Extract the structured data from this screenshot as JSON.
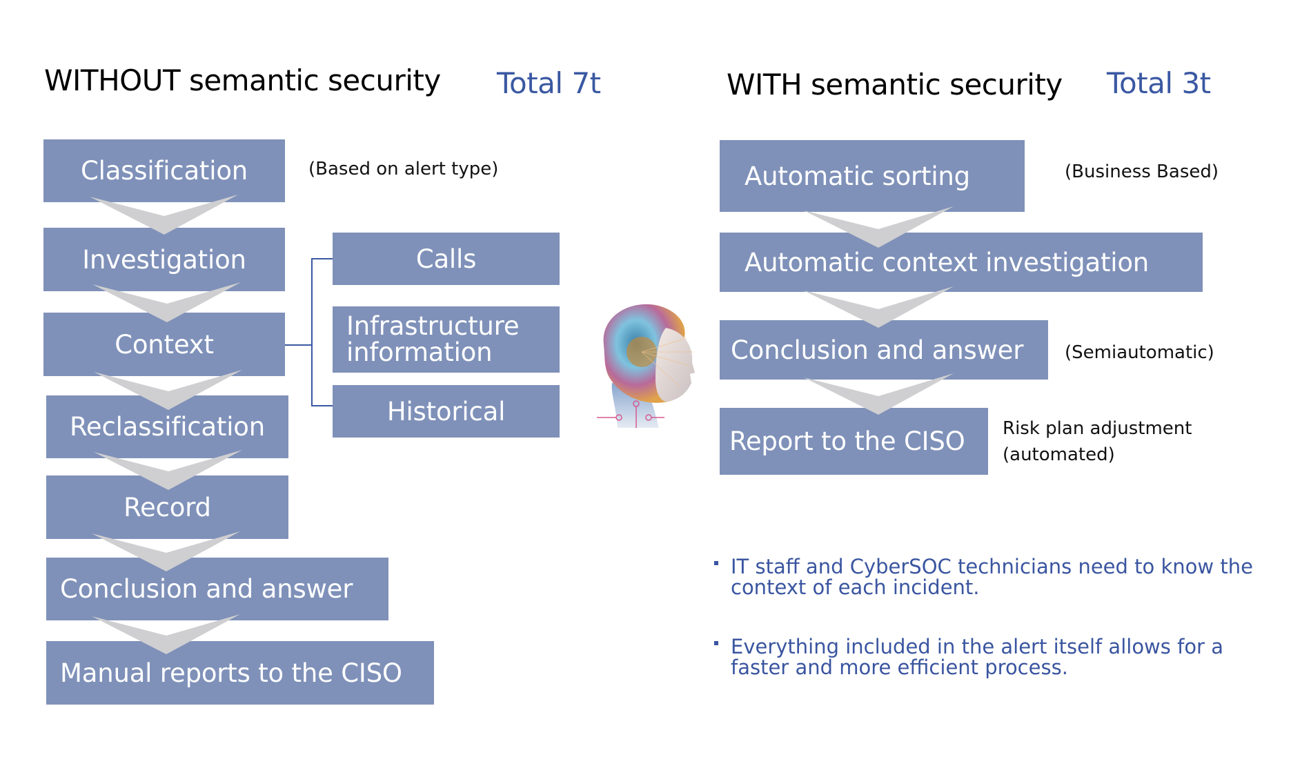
{
  "left_panel": {
    "title": "WITHOUT semantic security",
    "total": "Total 7t",
    "steps": [
      {
        "label": "Classification",
        "note": "(Based on alert type)"
      },
      {
        "label": "Investigation"
      },
      {
        "label": "Context"
      },
      {
        "label": "Reclassification"
      },
      {
        "label": "Record"
      },
      {
        "label": "Conclusion and answer"
      },
      {
        "label": "Manual reports to the CISO"
      }
    ],
    "context_branches": [
      "Calls",
      "Infrastructure information",
      "Historical"
    ]
  },
  "right_panel": {
    "title": "WITH semantic security",
    "total": "Total 3t",
    "steps": [
      {
        "label": "Automatic sorting",
        "note": "(Business Based)"
      },
      {
        "label": "Automatic context investigation"
      },
      {
        "label": "Conclusion and answer",
        "note": "(Semiautomatic)"
      },
      {
        "label": "Report to the CISO",
        "note_lines": [
          "Risk plan adjustment",
          "(automated)"
        ]
      }
    ],
    "bullets": [
      "IT staff and CyberSOC technicians need to know the context of each incident.",
      "Everything included in the alert itself allows for a faster and more efficient process."
    ]
  },
  "illustration": {
    "icon": "ai-head-icon"
  },
  "colors": {
    "box_fill": "#7f91b9",
    "chevron": "#cfcfd1",
    "accent_blue": "#3a58a2",
    "box_text": "#ffffff"
  }
}
